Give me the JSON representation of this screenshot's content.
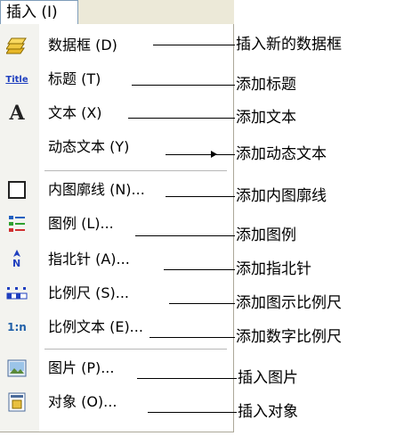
{
  "menu": {
    "title": "插入 (I)",
    "items": [
      {
        "label": "数据框 (D)",
        "icon": "data-frame-icon",
        "note": "插入新的数据框"
      },
      {
        "label": "标题 (T)",
        "icon": "title-icon",
        "icon_text": "Title",
        "note": "添加标题"
      },
      {
        "label": "文本 (X)",
        "icon": "text-icon",
        "icon_text": "A",
        "note": "添加文本"
      },
      {
        "label": "动态文本 (Y)",
        "icon": "",
        "note": "添加动态文本"
      },
      {
        "label": "内图廓线 (N)...",
        "icon": "neatline-icon",
        "note": "添加内图廓线"
      },
      {
        "label": "图例 (L)...",
        "icon": "legend-icon",
        "note": "添加图例"
      },
      {
        "label": "指北针 (A)...",
        "icon": "north-arrow-icon",
        "icon_text": "N",
        "note": "添加指北针"
      },
      {
        "label": "比例尺 (S)...",
        "icon": "scale-bar-icon",
        "note": "添加图示比例尺"
      },
      {
        "label": "比例文本 (E)...",
        "icon": "scale-text-icon",
        "icon_text": "1:n",
        "note": "添加数字比例尺"
      },
      {
        "label": "图片 (P)...",
        "icon": "picture-icon",
        "note": "插入图片"
      },
      {
        "label": "对象 (O)...",
        "icon": "object-icon",
        "note": "插入对象"
      }
    ]
  },
  "colors": {
    "strip": "#f3f3ef",
    "title_icon_blue": "#1f3fbf",
    "scale_text_blue": "#1f5fa8",
    "frame_yellow": "#e8b828"
  }
}
